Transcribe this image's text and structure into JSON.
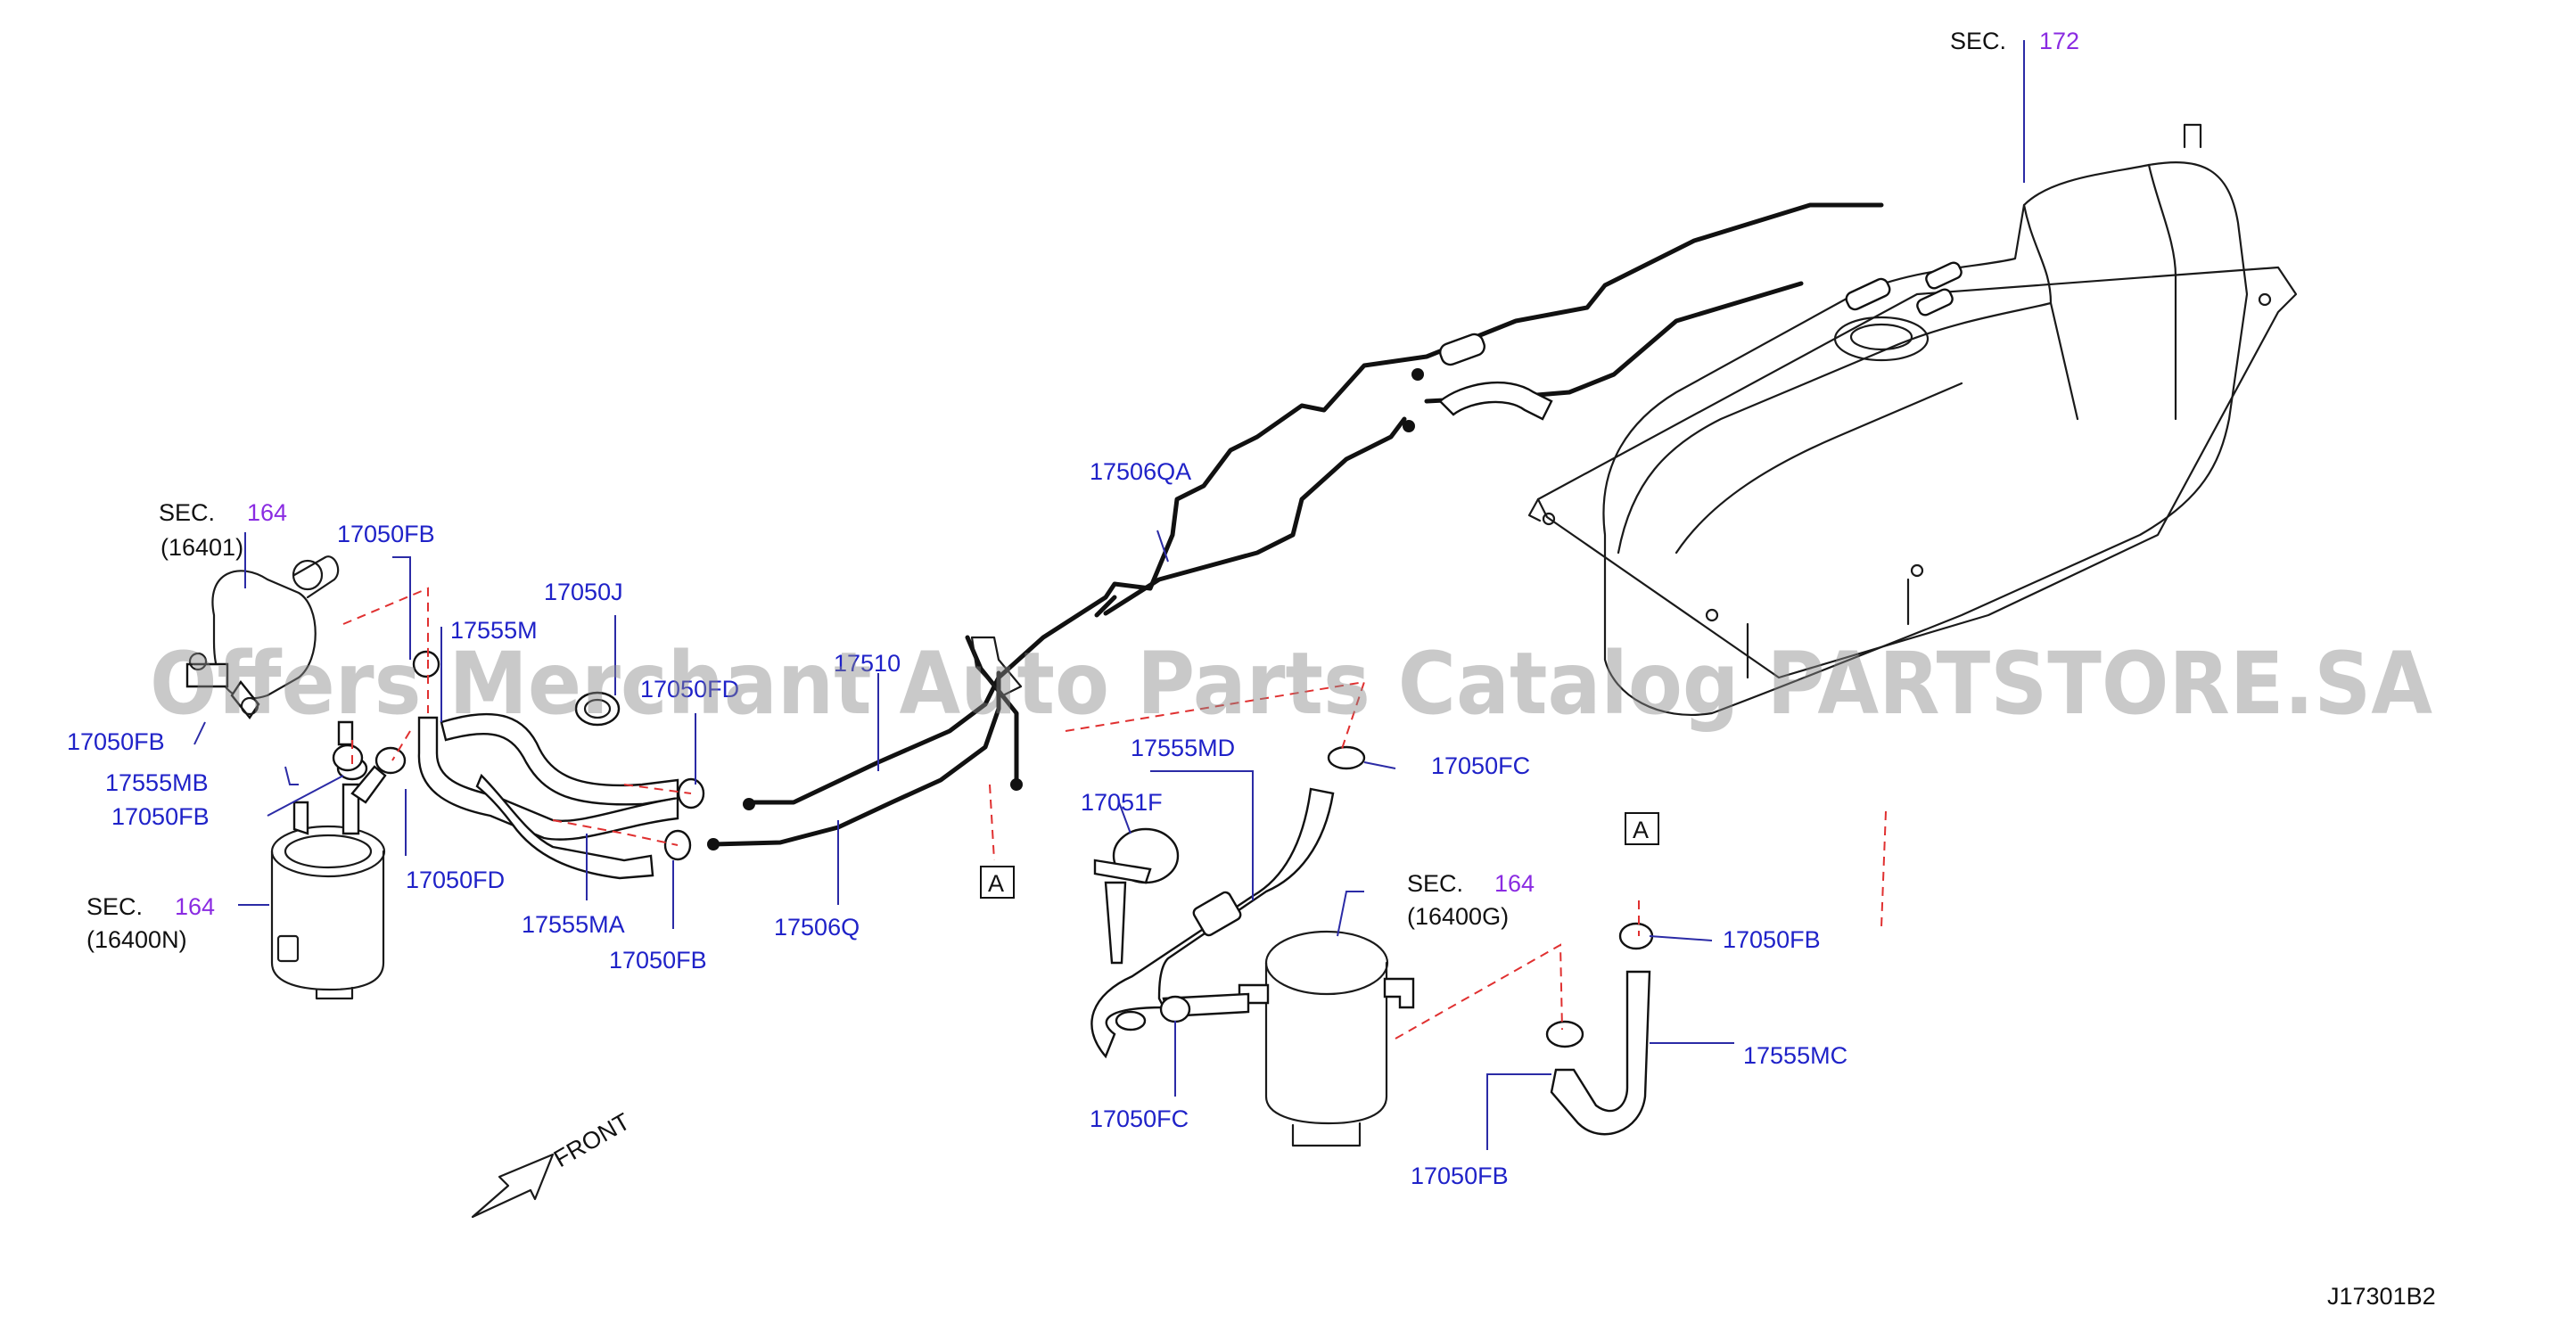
{
  "diagram_code": "J17301B2",
  "watermark": "Offers Merchant Auto Parts Catalog PARTSTORE.SA",
  "front_label": "FRONT",
  "callouts": {
    "sec_172": {
      "prefix": "SEC.",
      "number": "172"
    },
    "sec_164_top": {
      "prefix": "SEC.",
      "number": "164",
      "sub": "(16401)"
    },
    "sec_164_left": {
      "prefix": "SEC.",
      "number": "164",
      "sub": "(16400N)"
    },
    "sec_164_mid": {
      "prefix": "SEC.",
      "number": "164",
      "sub": "(16400G)"
    },
    "ref_a_left": "A",
    "ref_a_right": "A"
  },
  "part_labels": [
    "17050FB",
    "17050FB",
    "17555M",
    "17050J",
    "17050FD",
    "17510",
    "17555MB",
    "17050FB",
    "17050FD",
    "17555MA",
    "17050FB",
    "17506Q",
    "17506QA",
    "17555MD",
    "17051F",
    "17050FC",
    "17050FC",
    "17050FB",
    "17555MC",
    "17050FB"
  ],
  "colors": {
    "part_number": "#1f22c8",
    "section_number": "#8a2be2",
    "leader": "#2b2ba6",
    "dashed_link": "#e03030",
    "linework": "#111111"
  }
}
